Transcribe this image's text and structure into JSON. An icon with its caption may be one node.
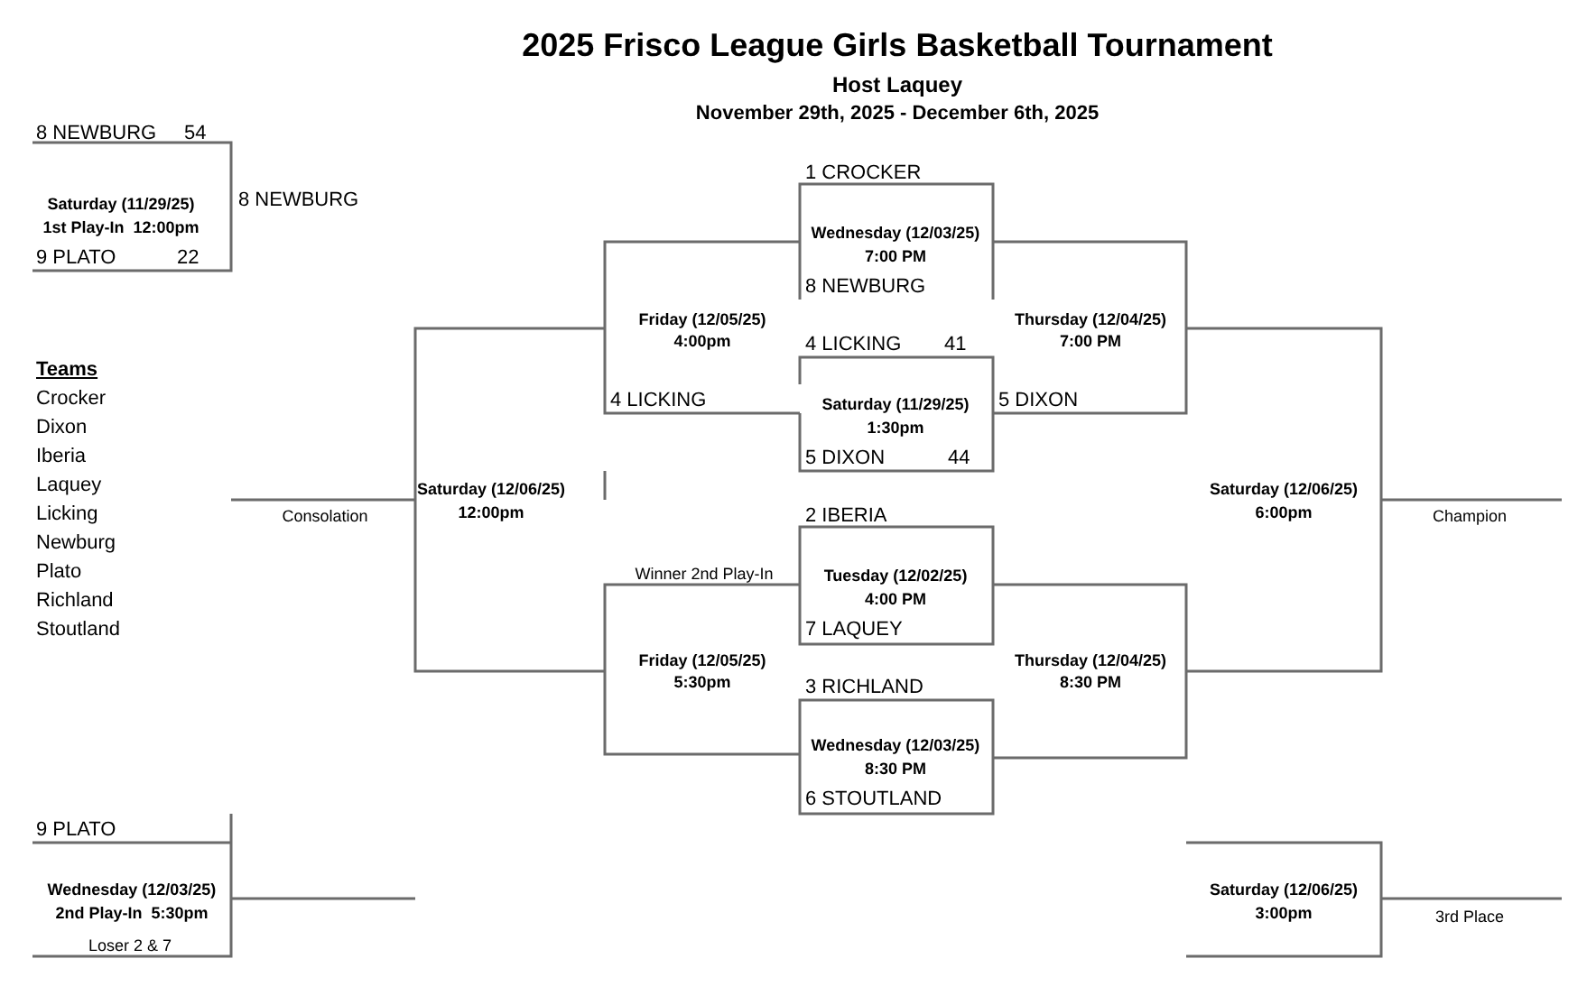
{
  "diagram": {
    "title": "2025 Frisco League Girls Basketball Tournament",
    "nodes": [
      {
        "text": [
          "8 NEWBURG",
          "54",
          "Saturday (11/29/25)",
          "1st Play-In  12:00pm",
          "9 PLATO",
          "22"
        ],
        "beside": [
          "8 NEWBURG"
        ]
      },
      {
        "text": [
          "1 CROCKER",
          "Wednesday (12/03/25)",
          "7:00 PM",
          "8 NEWBURG"
        ]
      },
      {
        "text": [
          "4 LICKING",
          "41",
          "Saturday (11/29/25)",
          "1:30pm",
          "5 DIXON",
          "44"
        ]
      },
      {
        "text": [
          "Friday (12/05/25)",
          "4:00pm",
          "4 LICKING"
        ]
      },
      {
        "text": [
          "Thursday (12/04/25)",
          "7:00 PM",
          "5 DIXON"
        ]
      },
      {
        "text": [
          "2 IBERIA",
          "Tuesday (12/02/25)",
          "4:00 PM",
          "7 LAQUEY"
        ]
      },
      {
        "text": [
          "Winner 2nd Play-In",
          "Friday (12/05/25)",
          "5:30pm"
        ]
      },
      {
        "text": [
          "Thursday (12/04/25)",
          "8:30 PM"
        ]
      },
      {
        "text": [
          "3 RICHLAND",
          "Wednesday (12/03/25)",
          "8:30 PM",
          "6 STOUTLAND"
        ]
      },
      {
        "text": [
          "Saturday (12/06/25)",
          "12:00pm"
        ]
      },
      {
        "text": [
          "Saturday (12/06/25)",
          "6:00pm"
        ]
      },
      {
        "text": [
          "9 PLATO",
          "Wednesday (12/03/25)",
          "2nd Play-In  5:30pm",
          "Loser 2 & 7"
        ]
      },
      {
        "text": [
          "Saturday (12/06/25)",
          "3:00pm"
        ]
      }
    ],
    "edges": [
      {
        "from": 9,
        "to": null,
        "arrow": "none",
        "label": "Consolation"
      },
      {
        "from": 10,
        "to": null,
        "arrow": "none",
        "label": "Champion"
      },
      {
        "from": 11,
        "to": null,
        "arrow": "none"
      },
      {
        "from": 12,
        "to": null,
        "arrow": "none",
        "label": "3rd Place"
      }
    ],
    "labels": [
      "Host Laquey",
      "November 29th, 2025 - December 6th, 2025",
      "Teams",
      "Crocker",
      "Dixon",
      "Iberia",
      "Laquey",
      "Licking",
      "Newburg",
      "Plato",
      "Richland",
      "Stoutland"
    ]
  }
}
